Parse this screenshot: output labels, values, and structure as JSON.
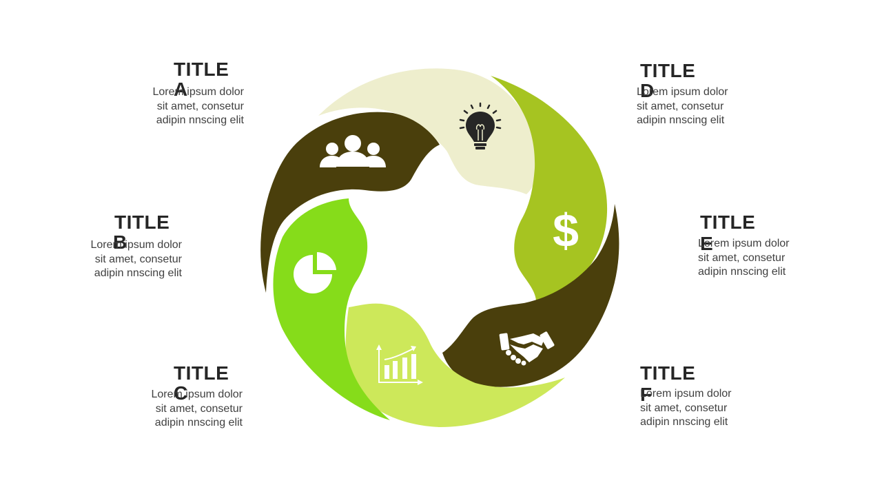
{
  "labels": [
    {
      "id": "a",
      "title": "TITLE",
      "letter": "A",
      "lines": [
        "Lorem ipsum dolor",
        "sit amet, consetur",
        "adipin nnscing elit"
      ]
    },
    {
      "id": "b",
      "title": "TITLE",
      "letter": "B",
      "lines": [
        "Lorem ipsum dolor",
        "sit amet, consetur",
        "adipin nnscing elit"
      ]
    },
    {
      "id": "c",
      "title": "TITLE",
      "letter": "C",
      "lines": [
        "Lorem ipsum dolor",
        "sit amet, consetur",
        "adipin nnscing elit"
      ]
    },
    {
      "id": "d",
      "title": "TITLE",
      "letter": "D",
      "lines": [
        "Lorem ipsum dolor",
        "sit amet, consetur",
        "adipin nnscing elit"
      ]
    },
    {
      "id": "e",
      "title": "TITLE",
      "letter": "E",
      "lines": [
        "Lorem ipsum dolor",
        "sit amet, consetur",
        "adipin nnscing elit"
      ]
    },
    {
      "id": "f",
      "title": "TITLE",
      "letter": "F",
      "lines": [
        "Lorem ipsum dolor",
        "sit amet, consetur",
        "adipin nnscing elit"
      ]
    }
  ],
  "segments": [
    {
      "id": "team",
      "icon": "people-icon",
      "color": "#4a3f0c"
    },
    {
      "id": "idea",
      "icon": "lightbulb-icon",
      "color": "#eeeecd"
    },
    {
      "id": "money",
      "icon": "dollar-icon",
      "color": "#a6c421"
    },
    {
      "id": "deal",
      "icon": "handshake-icon",
      "color": "#4a3f0c"
    },
    {
      "id": "growth",
      "icon": "bar-chart-icon",
      "color": "#cde85a"
    },
    {
      "id": "share",
      "icon": "pie-chart-icon",
      "color": "#86dc1a"
    }
  ]
}
